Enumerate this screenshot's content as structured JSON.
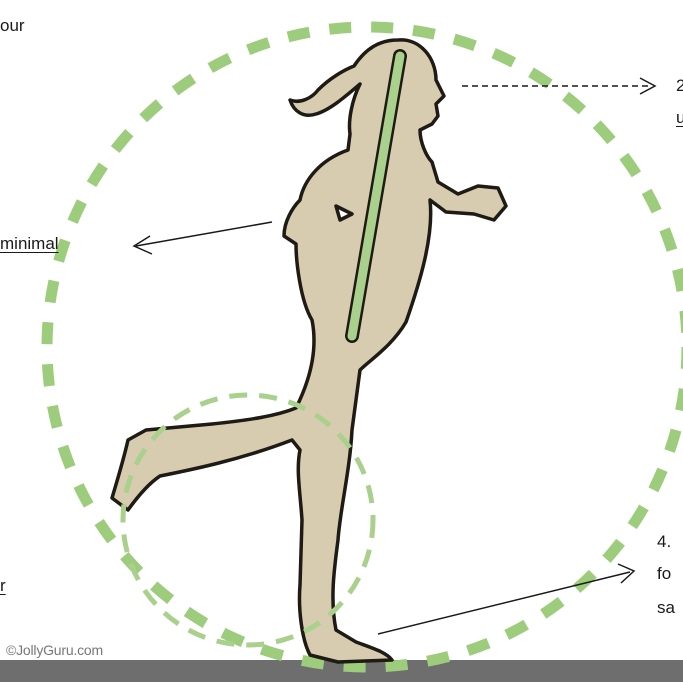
{
  "labels": {
    "top_left_fragment": "our",
    "left_fragment": "minimal",
    "top_right_number": "2",
    "top_right_fragment": "u",
    "bottom_left_fragment": "r",
    "bottom_right_line1": "4.",
    "bottom_right_line2": "fo",
    "bottom_right_line3": "sa"
  },
  "credit": "©JollyGuru.com",
  "colors": {
    "figure_fill": "#d8ccb0",
    "figure_outline": "#1e1a14",
    "circle_dash": "#9ccc7c",
    "spine_line": "#a9d08c",
    "ground": "#6e6e6e",
    "arrow": "#1a1a1a"
  }
}
